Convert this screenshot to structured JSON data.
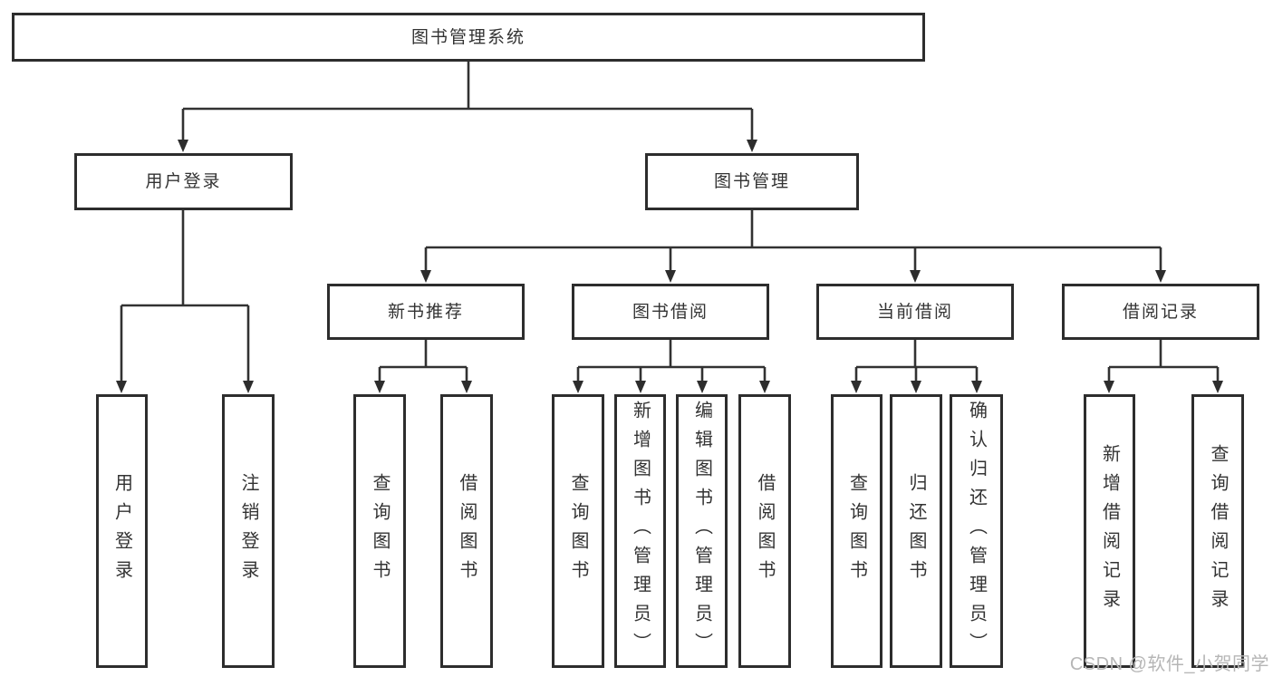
{
  "diagram": {
    "root": {
      "label": "图书管理系统"
    },
    "branches": [
      {
        "label": "用户登录",
        "children": [
          {
            "label": "用户登录"
          },
          {
            "label": "注销登录"
          }
        ]
      },
      {
        "label": "图书管理",
        "children": [
          {
            "label": "新书推荐",
            "children": [
              {
                "label": "查询图书"
              },
              {
                "label": "借阅图书"
              }
            ]
          },
          {
            "label": "图书借阅",
            "children": [
              {
                "label": "查询图书"
              },
              {
                "label": "新增图书（管理员）"
              },
              {
                "label": "编辑图书（管理员）"
              },
              {
                "label": "借阅图书"
              }
            ]
          },
          {
            "label": "当前借阅",
            "children": [
              {
                "label": "查询图书"
              },
              {
                "label": "归还图书"
              },
              {
                "label": "确认归还（管理员）"
              }
            ]
          },
          {
            "label": "借阅记录",
            "children": [
              {
                "label": "新增借阅记录"
              },
              {
                "label": "查询借阅记录"
              }
            ]
          }
        ]
      }
    ]
  },
  "watermark": {
    "text": "CSDN @软件_小贺同学"
  },
  "colors": {
    "background": "#ffffff",
    "box_border": "#2d2d2d",
    "connector": "#323232",
    "text": "#333333",
    "watermark": "#b6b6b6"
  }
}
